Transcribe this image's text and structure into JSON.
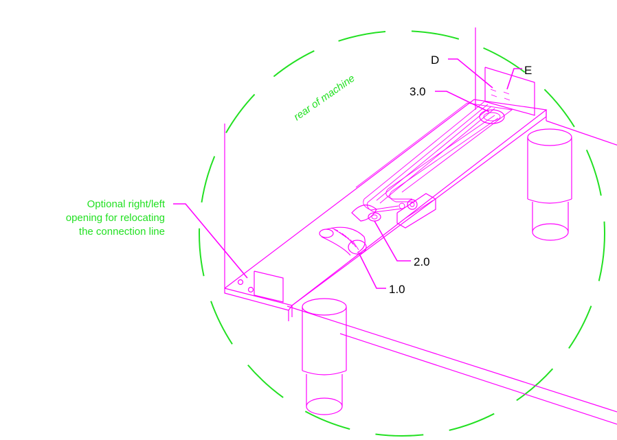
{
  "labels": {
    "d": "D",
    "e": "E",
    "three": "3.0",
    "two": "2.0",
    "one": "1.0"
  },
  "notes": {
    "rear": "rear of machine",
    "optional_line1": "Optional right/left",
    "optional_line2": "opening for relocating",
    "optional_line3": "the connection line"
  },
  "colors": {
    "drawing": "#ff00ff",
    "circle": "#22e022",
    "annotation": "#22e022",
    "label": "#000000",
    "background": "#ffffff"
  }
}
